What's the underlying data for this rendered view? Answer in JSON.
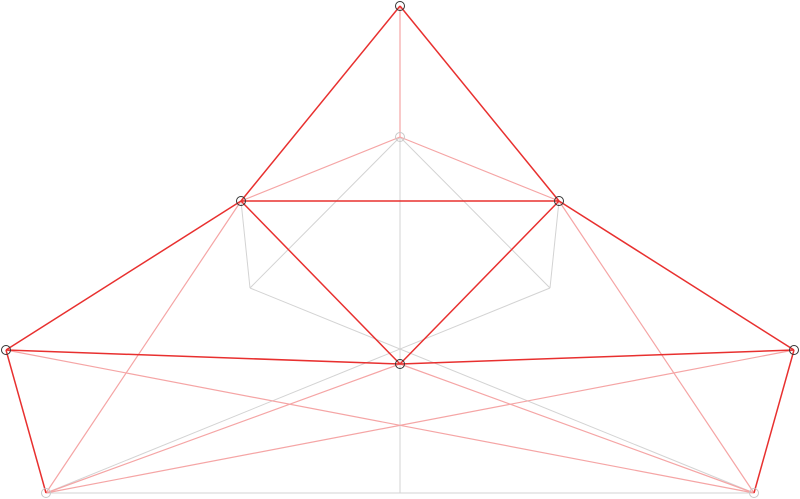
{
  "diagram": {
    "colors": {
      "background": "#ffffff",
      "grey_edge": "#d3d3d3",
      "pink_edge": "#f5a5a5",
      "red_edge": "#e8302f",
      "dark_node": "#333333",
      "grey_node": "#c8c8c8"
    },
    "node_styles": {
      "top": "dark",
      "inner-top": "grey",
      "mid-left": "dark",
      "mid-right": "dark",
      "inner-left": "none",
      "inner-right": "none",
      "left": "dark",
      "right": "dark",
      "center": "dark",
      "bottom-left": "grey",
      "bottom-right": "grey",
      "bottom-center": "none"
    },
    "edges": [
      {
        "from": "top",
        "to": "inner-top",
        "style": "pink"
      },
      {
        "from": "inner-top",
        "to": "mid-left",
        "style": "pink"
      },
      {
        "from": "inner-top",
        "to": "mid-right",
        "style": "pink"
      },
      {
        "from": "inner-top",
        "to": "bottom-center",
        "style": "grey"
      },
      {
        "from": "inner-top",
        "to": "inner-left",
        "style": "grey"
      },
      {
        "from": "inner-top",
        "to": "inner-right",
        "style": "grey"
      },
      {
        "from": "mid-left",
        "to": "inner-left",
        "style": "grey"
      },
      {
        "from": "mid-right",
        "to": "inner-right",
        "style": "grey"
      },
      {
        "from": "inner-left",
        "to": "bottom-right",
        "style": "grey"
      },
      {
        "from": "inner-right",
        "to": "bottom-left",
        "style": "grey"
      },
      {
        "from": "bottom-left",
        "to": "bottom-right",
        "style": "grey"
      },
      {
        "from": "mid-left",
        "to": "bottom-left",
        "style": "pink"
      },
      {
        "from": "mid-right",
        "to": "bottom-right",
        "style": "pink"
      },
      {
        "from": "left",
        "to": "bottom-right",
        "style": "pink"
      },
      {
        "from": "right",
        "to": "bottom-left",
        "style": "pink"
      },
      {
        "from": "center",
        "to": "bottom-left",
        "style": "pink"
      },
      {
        "from": "center",
        "to": "bottom-right",
        "style": "pink"
      },
      {
        "from": "top",
        "to": "mid-left",
        "style": "red"
      },
      {
        "from": "top",
        "to": "mid-right",
        "style": "red"
      },
      {
        "from": "mid-left",
        "to": "mid-right",
        "style": "red"
      },
      {
        "from": "mid-left",
        "to": "left",
        "style": "red"
      },
      {
        "from": "mid-right",
        "to": "right",
        "style": "red"
      },
      {
        "from": "mid-left",
        "to": "center",
        "style": "red"
      },
      {
        "from": "mid-right",
        "to": "center",
        "style": "red"
      },
      {
        "from": "left",
        "to": "center",
        "style": "red"
      },
      {
        "from": "right",
        "to": "center",
        "style": "red"
      },
      {
        "from": "left",
        "to": "bottom-left",
        "style": "red"
      },
      {
        "from": "right",
        "to": "bottom-right",
        "style": "red"
      }
    ]
  }
}
